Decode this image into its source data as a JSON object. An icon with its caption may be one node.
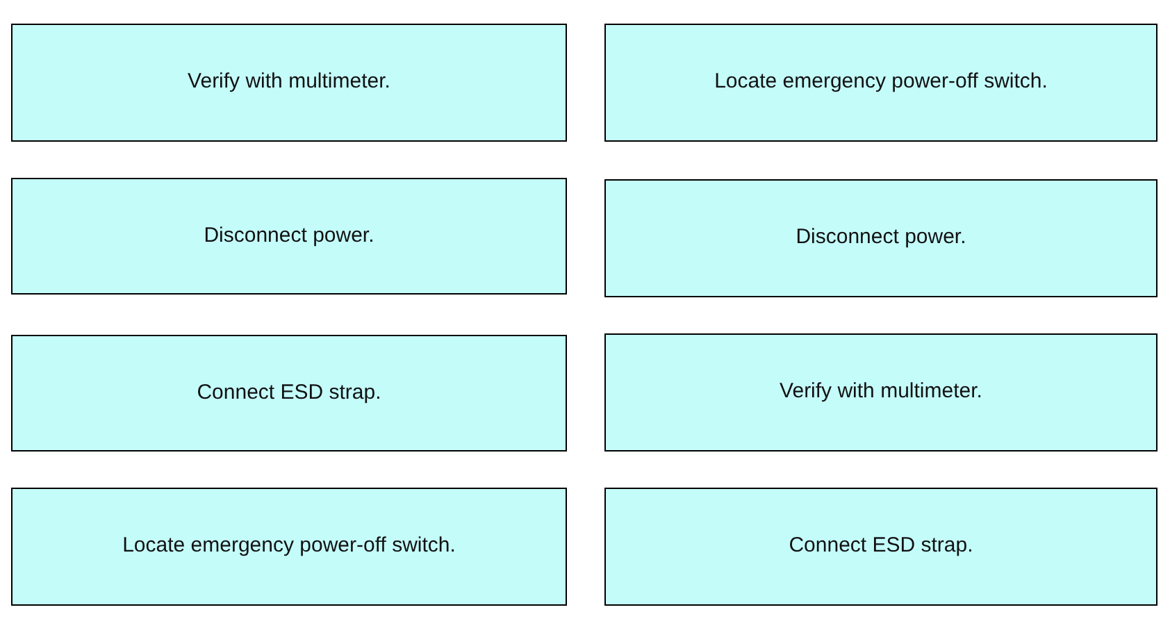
{
  "diagram": {
    "nodes": [
      {
        "text": [
          "Verify with multimeter."
        ]
      },
      {
        "text": [
          "Locate emergency power-off switch."
        ]
      },
      {
        "text": [
          "Disconnect power."
        ]
      },
      {
        "text": [
          "Disconnect power."
        ]
      },
      {
        "text": [
          "Connect ESD strap."
        ]
      },
      {
        "text": [
          "Verify with multimeter."
        ]
      },
      {
        "text": [
          "Locate emergency power-off switch."
        ]
      },
      {
        "text": [
          "Connect ESD strap."
        ]
      }
    ]
  }
}
